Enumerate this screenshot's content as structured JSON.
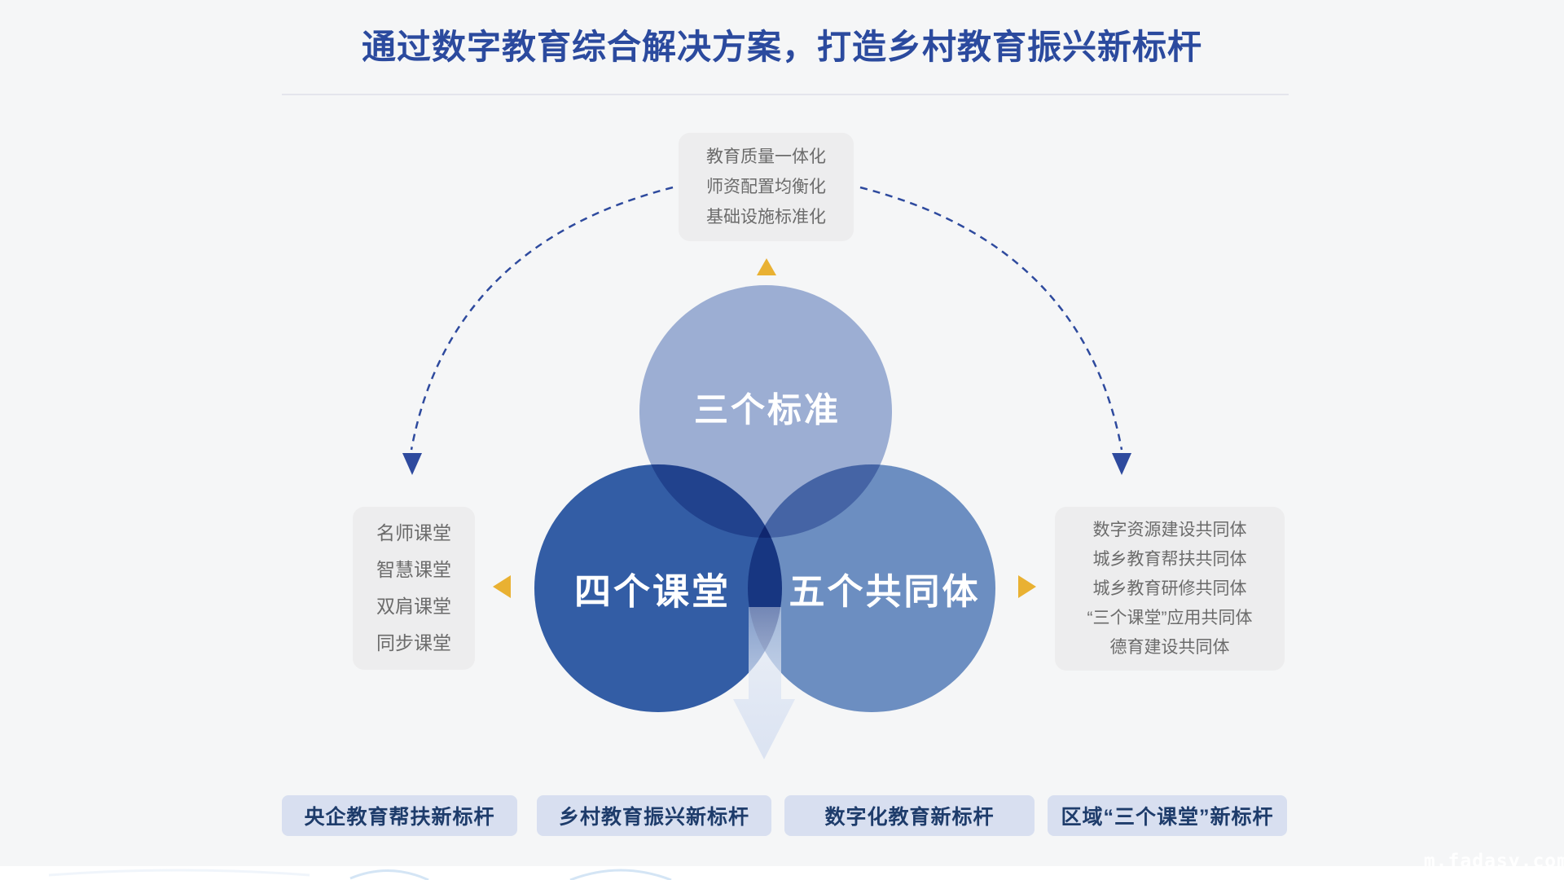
{
  "page": {
    "title": "通过数字教育综合解决方案，打造乡村教育振兴新标杆",
    "watermark": "m.fadasy.com"
  },
  "colors": {
    "title_blue": "#2b4a9e",
    "circle_top": "#9cadd2",
    "circle_left": "#2f5aa8",
    "circle_right": "#6f90c1",
    "accent_yellow": "#e9b132",
    "dashed_arrow_blue": "#2e4a9e",
    "gray_box_bg": "#ededee",
    "gray_box_text": "#6b6b6b",
    "bottom_box_bg": "#d8dff0",
    "bottom_box_text": "#1e3c6b",
    "background": "#f5f6f7"
  },
  "top_box": {
    "lines": [
      "教育质量一体化",
      "师资配置均衡化",
      "基础设施标准化"
    ]
  },
  "venn": {
    "top_label": "三个标准",
    "left_label": "四个课堂",
    "right_label": "五个共同体"
  },
  "left_box": {
    "lines": [
      "名师课堂",
      "智慧课堂",
      "双肩课堂",
      "同步课堂"
    ]
  },
  "right_box": {
    "lines": [
      "数字资源建设共同体",
      "城乡教育帮扶共同体",
      "城乡教育研修共同体",
      "“三个课堂”应用共同体",
      "德育建设共同体"
    ]
  },
  "bottom_boxes": {
    "labels": [
      "央企教育帮扶新标杆",
      "乡村教育振兴新标杆",
      "数字化教育新标杆",
      "区域“三个课堂”新标杆"
    ]
  }
}
